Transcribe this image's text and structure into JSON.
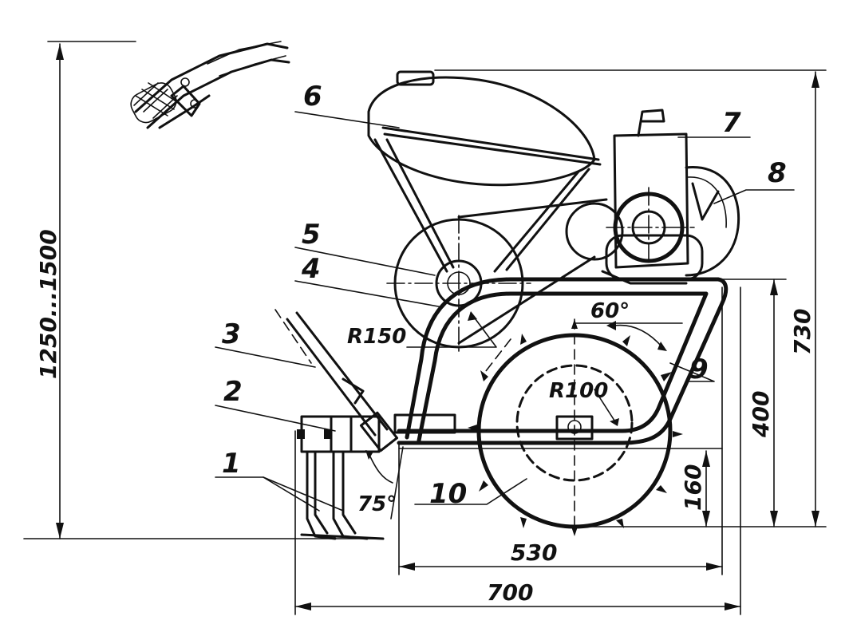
{
  "callouts": {
    "c1": "1",
    "c2": "2",
    "c3": "3",
    "c4": "4",
    "c5": "5",
    "c6": "6",
    "c7": "7",
    "c8": "8",
    "c9": "9",
    "c10": "10"
  },
  "dimensions": {
    "height_range": "1250...1500",
    "height_730": "730",
    "height_400": "400",
    "height_160": "160",
    "width_530": "530",
    "width_700": "700",
    "radius_150": "R150",
    "radius_100": "R100",
    "angle_60": "60°",
    "angle_75": "75°"
  },
  "colors": {
    "ink": "#111111",
    "paper": "#ffffff"
  }
}
